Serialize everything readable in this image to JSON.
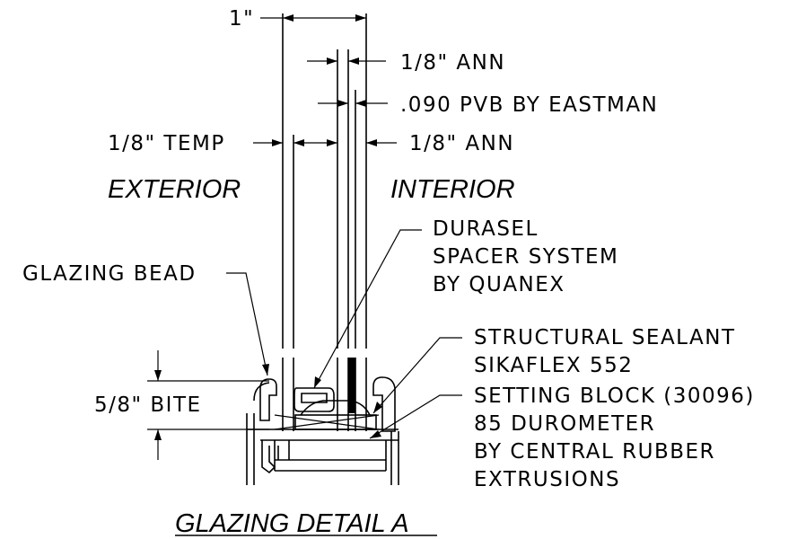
{
  "labels": {
    "dim_overall": "1\"",
    "dim_ann_top": "1/8\" ANN",
    "pvb": ".090 PVB BY EASTMAN",
    "temp": "1/8\" TEMP",
    "ann_bottom": "1/8\" ANN",
    "exterior": "EXTERIOR",
    "interior": "INTERIOR",
    "durasel": [
      "DURASEL",
      "SPACER SYSTEM",
      "BY QUANEX"
    ],
    "glazing_bead": "GLAZING BEAD",
    "sealant": [
      "STRUCTURAL SEALANT",
      "SIKAFLEX 552"
    ],
    "bite": "5/8\" BITE",
    "setting_block": [
      "SETTING BLOCK (30096)",
      "85 DUROMETER",
      "BY CENTRAL RUBBER",
      "EXTRUSIONS"
    ],
    "title": "GLAZING DETAIL A"
  }
}
